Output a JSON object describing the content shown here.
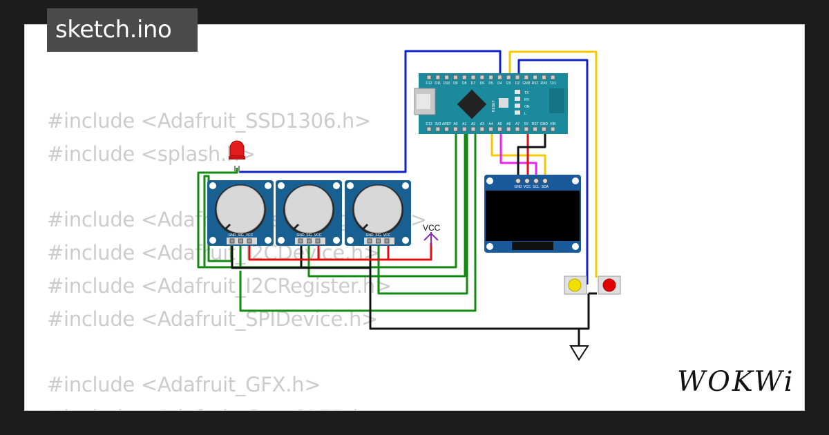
{
  "tab": {
    "title": "sketch.ino"
  },
  "code": {
    "lines": [
      "#include <Adafruit_SSD1306.h>",
      "#include <splash.h>",
      "",
      "#include <Adafruit_BusIO_Register.h>",
      "#include <Adafruit_I2CDevice.h>",
      "#include <Adafruit_I2CRegister.h>",
      "#include <Adafruit_SPIDevice.h>",
      "",
      "#include <Adafruit_GFX.h>",
      "#include <Adafruit_GrayOLED.h>"
    ]
  },
  "nano": {
    "top_pins": [
      "D12",
      "D11",
      "D10",
      "D9",
      "D8",
      "D7",
      "D6",
      "D5",
      "D4",
      "D3",
      "D2",
      "GND",
      "RST",
      "RX0",
      "TX1"
    ],
    "bottom_pins": [
      "D13",
      "3V3",
      "AREF",
      "A0",
      "A1",
      "A2",
      "A3",
      "A4",
      "A5",
      "A6",
      "A7",
      "5V",
      "RST",
      "GND",
      "VIN"
    ],
    "reset_label": "RESET",
    "side_labels": [
      "TX",
      "RX",
      "ON",
      "L"
    ]
  },
  "oled": {
    "pins": [
      "GND",
      "VCC",
      "SCL",
      "SDA"
    ]
  },
  "pot": {
    "pins": [
      "GND",
      "SIG",
      "VCC"
    ]
  },
  "vcc_label": "VCC",
  "logo": "WOKWi",
  "colors": {
    "board": "#1a8a9c",
    "pot_board": "#185f92",
    "oled_board": "#1b5a9a",
    "wire_blue": "#1020d0",
    "wire_yellow": "#f5c800",
    "wire_green": "#128a12",
    "wire_red": "#e01010",
    "wire_black": "#111111",
    "wire_magenta": "#ee22ee",
    "wire_purple": "#8a2ab8"
  }
}
